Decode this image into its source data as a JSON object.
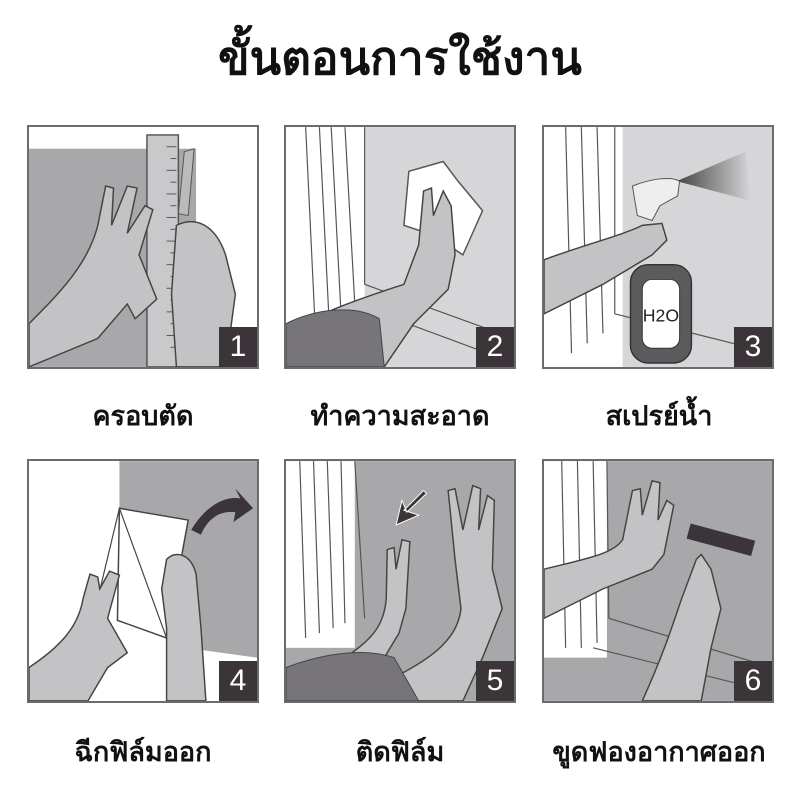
{
  "title": "ขั้นตอนการใช้งาน",
  "colors": {
    "panel_border": "#6b6b6b",
    "badge_bg": "#3b3539",
    "badge_text": "#ffffff",
    "film_gray": "#a8a8ab",
    "skin_gray": "#c3c3c5",
    "sleeve_gray": "#77757a"
  },
  "steps": [
    {
      "number": "1",
      "label": "ครอบตัด",
      "illustration": "hands-cutting-film-with-ruler"
    },
    {
      "number": "2",
      "label": "ทำความสะอาด",
      "illustration": "hand-wiping-window-with-cloth"
    },
    {
      "number": "3",
      "label": "สเปรย์น้ำ",
      "illustration": "spraying-water-bottle-h2o",
      "bottle_text": "H2O"
    },
    {
      "number": "4",
      "label": "ฉีกฟิล์มออก",
      "illustration": "peeling-film-backing-with-arrow"
    },
    {
      "number": "5",
      "label": "ติดฟิล์ม",
      "illustration": "hands-applying-film-with-arrow"
    },
    {
      "number": "6",
      "label": "ขูดฟองอากาศออก",
      "illustration": "squeegee-removing-bubbles"
    }
  ]
}
